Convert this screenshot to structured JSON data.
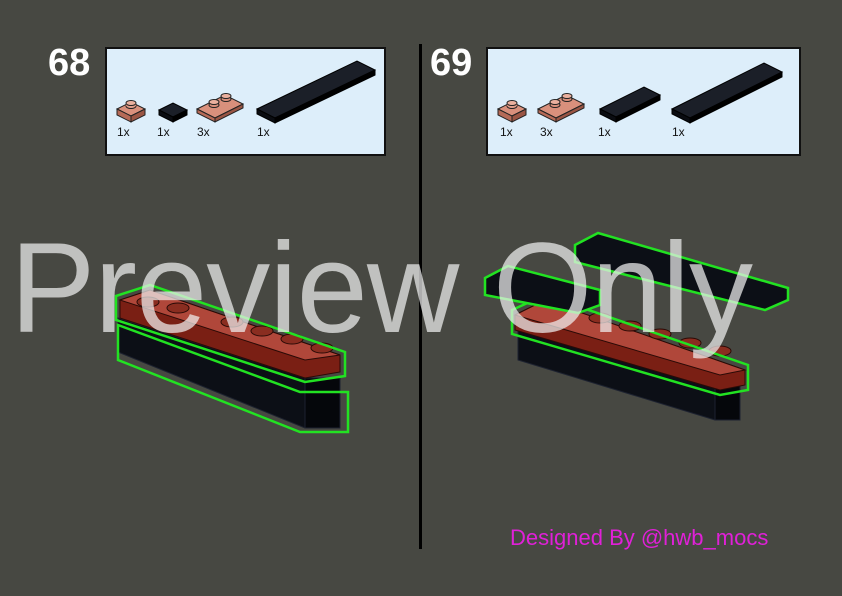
{
  "steps": [
    {
      "number": "68",
      "parts": [
        {
          "icon": "plate-1x1-salmon-icon",
          "qty": "1x"
        },
        {
          "icon": "tile-1x1-black-icon",
          "qty": "1x"
        },
        {
          "icon": "plate-1x2-salmon-icon",
          "qty": "3x"
        },
        {
          "icon": "tile-1x8-black-icon",
          "qty": "1x"
        }
      ]
    },
    {
      "number": "69",
      "parts": [
        {
          "icon": "plate-1x1-salmon-icon",
          "qty": "1x"
        },
        {
          "icon": "plate-1x2-salmon-icon",
          "qty": "3x"
        },
        {
          "icon": "tile-1x4-black-icon",
          "qty": "1x"
        },
        {
          "icon": "tile-1x6-black-icon",
          "qty": "1x"
        }
      ]
    }
  ],
  "watermark": "Preview Only",
  "credit": "Designed By @hwb_mocs",
  "colors": {
    "background": "#474842",
    "parts_box": "#ddeefa",
    "salmon": "#c97a66",
    "dark_red": "#7a1f14",
    "black_part": "#0c0f16",
    "highlight": "#22e222",
    "credit": "#e020d8"
  }
}
